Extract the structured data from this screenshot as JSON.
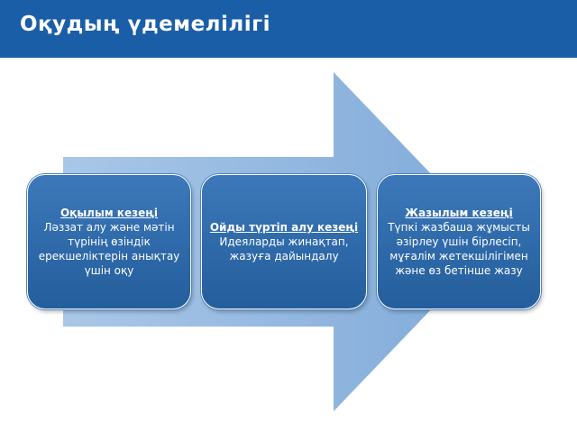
{
  "header": {
    "title": "Оқудың үдемелілігі",
    "background": "#1b5ea8"
  },
  "diagram": {
    "arrow_color": "#8fb6df",
    "box_color": "#2e69a9",
    "stages": [
      {
        "title": "Оқылым кезеңі",
        "text": "Ләззат алу және мәтін түрінің өзіндік ерекшеліктерін анықтау үшін оқу"
      },
      {
        "title": "Ойды түртіп алу кезеңі",
        "text": "Идеяларды жинақтап, жазуға дайындалу"
      },
      {
        "title": "Жазылым кезеңі",
        "text": "Түпкі жазбаша жұмысты әзірлеу үшін бірлесіп, мұғалім жетекшілігімен және өз бетінше жазу"
      }
    ]
  }
}
